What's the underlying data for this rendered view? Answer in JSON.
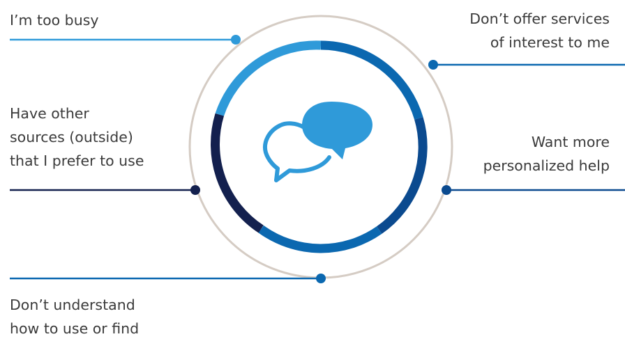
{
  "reasons": {
    "too_busy": {
      "lines": [
        "I’m too busy"
      ]
    },
    "dont_offer": {
      "lines": [
        "Don’t offer services",
        "of interest to me"
      ]
    },
    "other_sources": {
      "lines": [
        "Have other",
        "sources (outside)",
        "that I prefer to use"
      ]
    },
    "personalized": {
      "lines": [
        "Want more",
        "personalized help"
      ]
    },
    "dont_understand": {
      "lines": [
        "Don’t understand",
        "how to use or find"
      ]
    }
  },
  "colors": {
    "light_blue": "#2f9ad9",
    "mid_blue": "#0b68b0",
    "dark_blue": "#0b4a8f",
    "navy": "#13204e",
    "outer_ring": "#d5ccc4",
    "text": "#3a3a3a"
  },
  "center_icon": "speech-bubbles-icon"
}
